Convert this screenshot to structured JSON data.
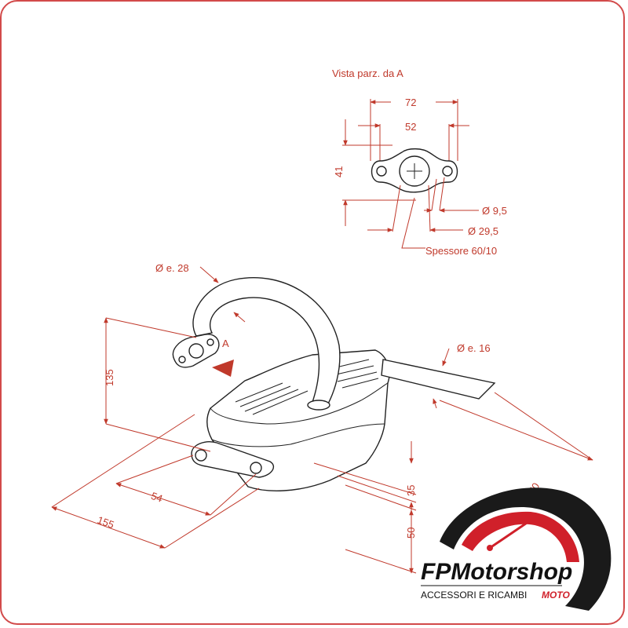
{
  "view_title": "Vista parz. da A",
  "view_letter": "A",
  "dimensions": {
    "flange_outer_width": "72",
    "flange_inner_width": "52",
    "flange_height": "41",
    "bolt_hole_diameter": "Ø 9,5",
    "bore_diameter": "Ø 29,5",
    "thickness": "Spessore 60/10",
    "pipe_diameter": "Ø e. 28",
    "tail_pipe_diameter": "Ø e. 16",
    "height_135": "135",
    "width_155": "155",
    "offset_54": "54",
    "depth_35": "35",
    "depth_50": "50",
    "length_partial": "70"
  },
  "logo": {
    "brand": "FPMotorshop",
    "tagline": "ACCESSORI E RICAMBI",
    "tagline_accent": "MOTO",
    "colors": {
      "accent": "#d0202a",
      "gear": "#1a1a1a"
    }
  },
  "colors": {
    "dimension": "#c0392b",
    "line": "#222222",
    "frame": "#d24a4a"
  }
}
